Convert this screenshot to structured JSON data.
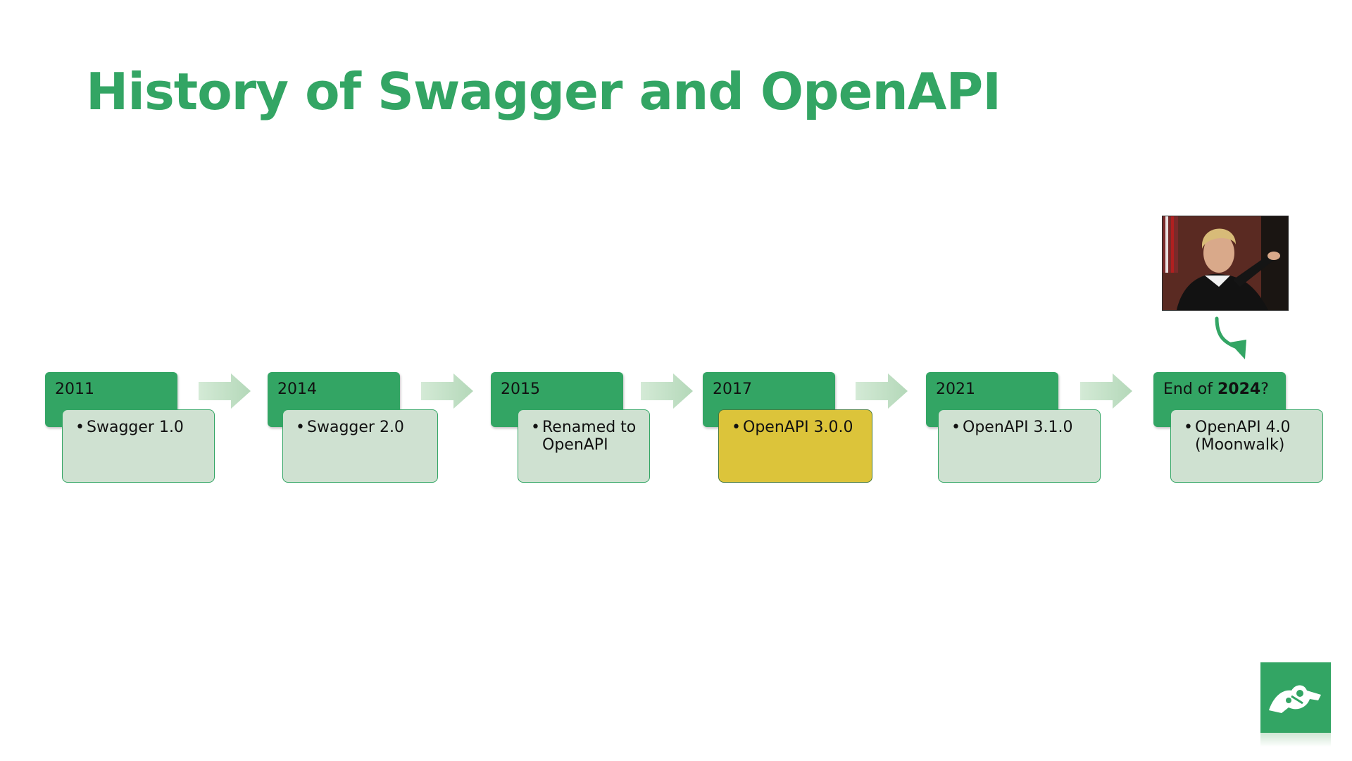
{
  "title": "History of Swagger and OpenAPI",
  "colors": {
    "primary_green": "#33a564",
    "card_fill": "#cfe1d1",
    "highlight_yellow": "#dcc43a",
    "arrow_fill": "#c3dfc6",
    "title_color": "#33a564"
  },
  "timeline": [
    {
      "year": "2011",
      "details": [
        "Swagger 1.0"
      ]
    },
    {
      "year": "2014",
      "details": [
        "Swagger 2.0"
      ]
    },
    {
      "year": "2015",
      "details": [
        "Renamed to\nOpenAPI"
      ]
    },
    {
      "year": "2017",
      "details": [
        "OpenAPI 3.0.0"
      ],
      "highlight": true
    },
    {
      "year": "2021",
      "details": [
        "OpenAPI 3.1.0"
      ]
    },
    {
      "year_prefix": "End of ",
      "year_bold": "2024",
      "year_suffix": "?",
      "details": [
        "OpenAPI 4.0\n(Moonwalk)"
      ]
    }
  ],
  "bullet_glyph": "•",
  "icons": {
    "step_arrow": "arrow-right-icon",
    "curved_arrow": "curved-arrow-down-icon",
    "logo": "brand-logo-icon",
    "photo": "judge-photo"
  }
}
